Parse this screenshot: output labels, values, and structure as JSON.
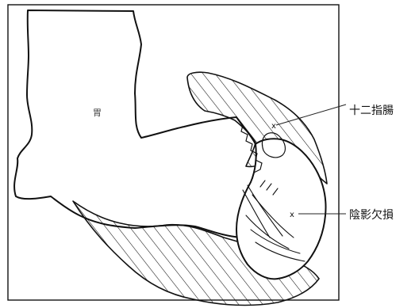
{
  "diagram": {
    "stomach_label": "胃",
    "duodenum_label": "十二指腸",
    "defect_label": "陰影欠損",
    "defect_marker": "x",
    "duodenum_marker": "x"
  }
}
